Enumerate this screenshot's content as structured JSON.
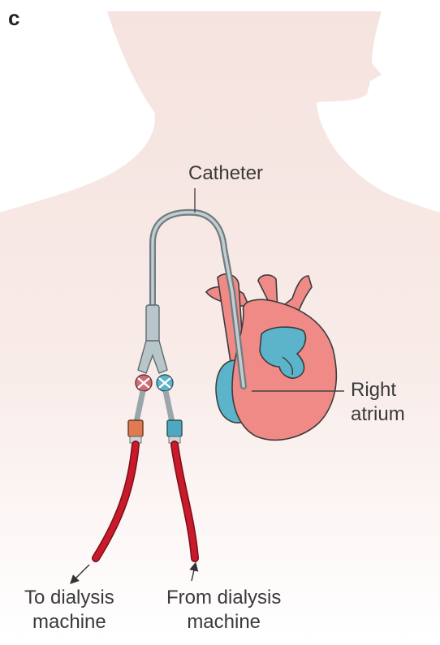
{
  "panel_label": "c",
  "labels": {
    "catheter": "Catheter",
    "right_atrium": [
      "Right",
      "atrium"
    ],
    "to_dialysis": [
      "To dialysis",
      "machine"
    ],
    "from_dialysis": [
      "From dialysis",
      "machine"
    ]
  },
  "colors": {
    "body_silhouette": "#f6e5e2",
    "heart": "#f08a87",
    "heart_outline": "#3c3c3c",
    "atrium_blue": "#5bb4c9",
    "catheter_gray": "#8c9aa0",
    "arterial_red": "#c91a2b",
    "connector_orange": "#e07a52",
    "connector_blue": "#4fa8c2",
    "label_text": "#3a3a3a"
  }
}
